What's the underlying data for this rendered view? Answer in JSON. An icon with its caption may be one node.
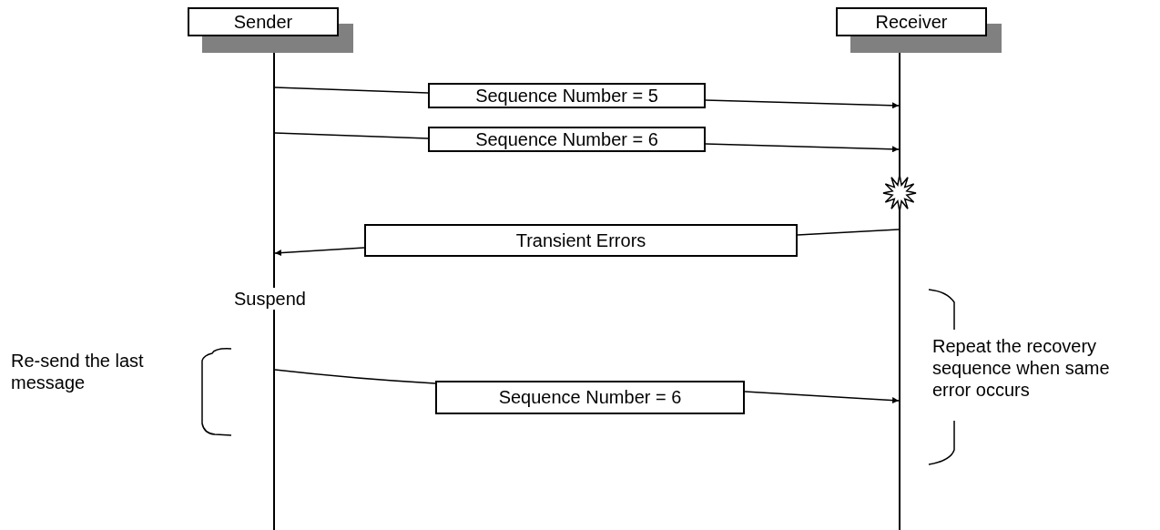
{
  "diagram": {
    "nodes": [
      {
        "text": [
          "Sender"
        ]
      },
      {
        "text": [
          "Receiver"
        ]
      },
      {
        "text": [],
        "shape": "line"
      },
      {
        "text": [],
        "shape": "line"
      },
      {
        "text": [
          "Sequence Number = 5"
        ]
      },
      {
        "text": [
          "Sequence Number = 6"
        ]
      },
      {
        "text": [
          "Transient Errors"
        ]
      },
      {
        "text": [
          "Sequence Number = 6"
        ]
      }
    ],
    "edges": [
      {
        "from": 2,
        "to": 4,
        "arrow": "none"
      },
      {
        "from": 4,
        "to": 3,
        "arrow": "to"
      },
      {
        "from": 2,
        "to": 5,
        "arrow": "none"
      },
      {
        "from": 5,
        "to": 3,
        "arrow": "to"
      },
      {
        "from": 3,
        "to": 6,
        "arrow": "none"
      },
      {
        "from": 6,
        "to": 2,
        "arrow": "to"
      },
      {
        "from": 2,
        "to": 7,
        "arrow": "none"
      },
      {
        "from": 7,
        "to": 3,
        "arrow": "to"
      }
    ],
    "labels": [
      "Suspend",
      "Re-send the last message",
      "Repeat the recovery sequence when same error occurs"
    ]
  }
}
